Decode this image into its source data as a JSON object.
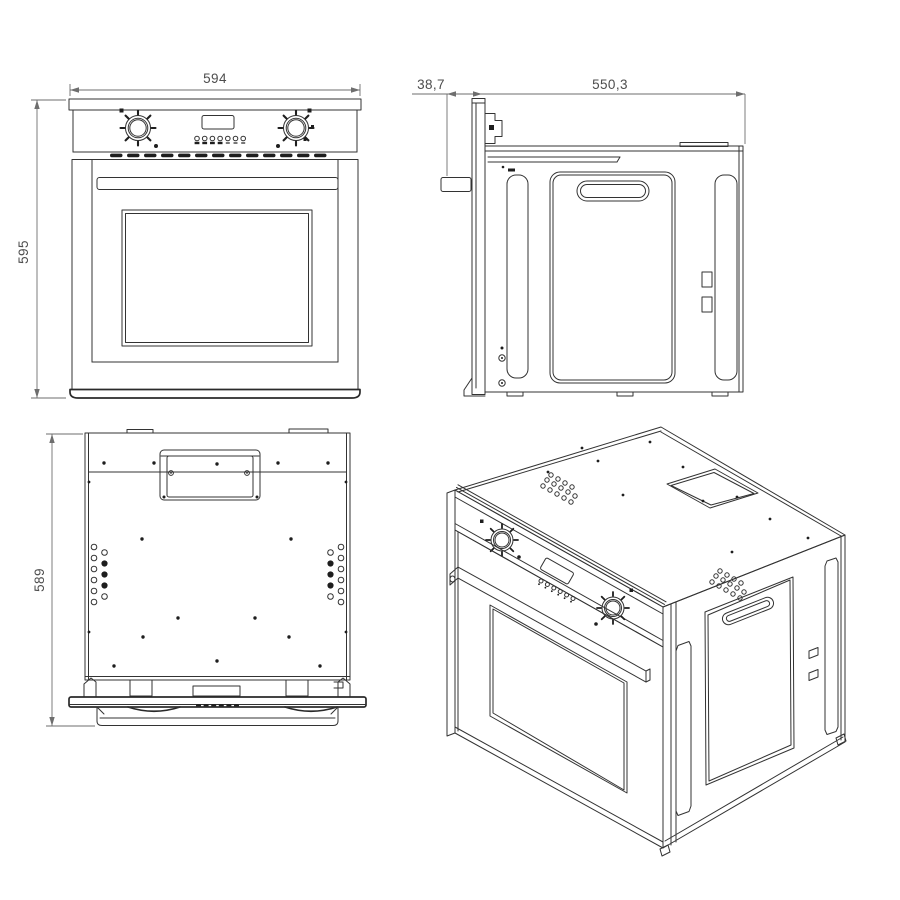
{
  "drawing": {
    "subject": "built-in oven dimensional drawing",
    "line_color": "#333333",
    "dimension_text_color": "#4d4d4d",
    "views": {
      "front": {
        "width_mm": "594",
        "height_mm": "595"
      },
      "side": {
        "front_protrusion_mm": "38,7",
        "body_depth_mm": "550,3"
      },
      "top": {
        "total_depth_mm": "589"
      },
      "isometric": {}
    }
  }
}
